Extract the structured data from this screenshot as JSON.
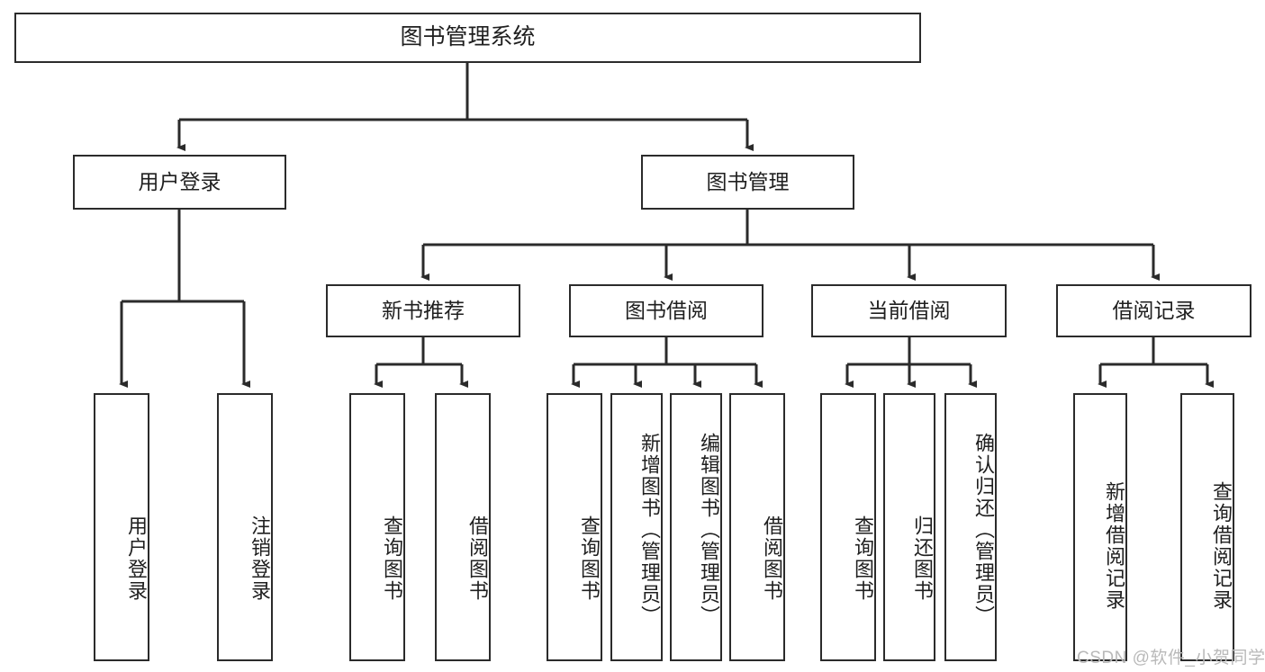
{
  "diagram": {
    "title": "图书管理系统",
    "type": "tree-hierarchy-chart",
    "colors": {
      "border": "#2b2b2b",
      "background": "#ffffff",
      "text": "#1f1f1f",
      "watermark": "#b9b9b9"
    },
    "root": {
      "label": "图书管理系统"
    },
    "level2": [
      {
        "label": "用户登录"
      },
      {
        "label": "图书管理"
      }
    ],
    "level3": [
      {
        "label": "新书推荐"
      },
      {
        "label": "图书借阅"
      },
      {
        "label": "当前借阅"
      },
      {
        "label": "借阅记录"
      }
    ],
    "leaves": {
      "user_login": [
        {
          "label": "用户登录"
        },
        {
          "label": "注销登录"
        }
      ],
      "new_book_recommend": [
        {
          "label": "查询图书"
        },
        {
          "label": "借阅图书"
        }
      ],
      "book_borrow": [
        {
          "label": "查询图书"
        },
        {
          "label": "新增图书（管理员）"
        },
        {
          "label": "编辑图书（管理员）"
        },
        {
          "label": "借阅图书"
        }
      ],
      "current_borrow": [
        {
          "label": "查询图书"
        },
        {
          "label": "归还图书"
        },
        {
          "label": "确认归还（管理员）"
        }
      ],
      "borrow_record": [
        {
          "label": "新增借阅记录"
        },
        {
          "label": "查询借阅记录"
        }
      ]
    },
    "watermark": "CSDN @软件_小贺同学"
  }
}
